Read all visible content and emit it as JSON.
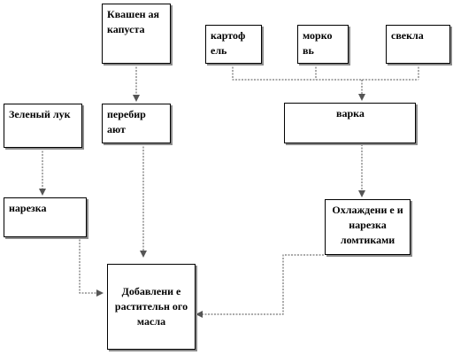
{
  "nodes": {
    "kvashenaya_kapusta": "Квашен ая капуста",
    "perebirayut": "перебир ают",
    "zelenyi_luk": "Зеленый лук",
    "narezka": "нарезка",
    "kartofel": "картоф ель",
    "morkov": "морко вь",
    "svekla": "свекла",
    "varka": "варка",
    "okhlazhdenie": "Охлаждени е и нарезка ломтиками",
    "dobavlenie": "Добавлени е растительн ого масла"
  },
  "colors": {
    "border": "#000000",
    "shadow": "#8c8c8c",
    "connector": "#555555",
    "background": "#ffffff"
  }
}
